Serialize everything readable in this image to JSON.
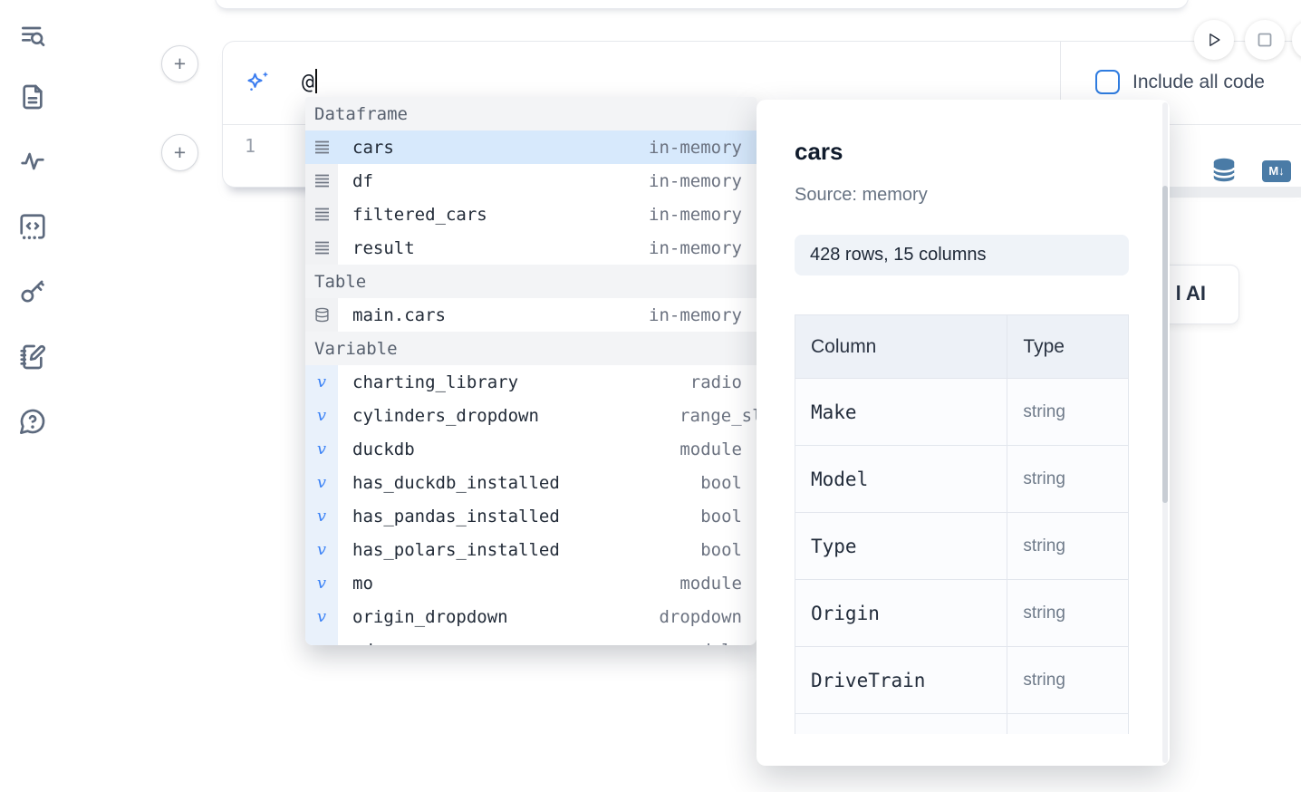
{
  "sidebar": {
    "icons": [
      {
        "name": "file-explorer-search-icon"
      },
      {
        "name": "document-icon"
      },
      {
        "name": "activity-icon"
      },
      {
        "name": "scratchpad-code-icon"
      },
      {
        "name": "key-icon"
      },
      {
        "name": "notebook-pen-icon"
      },
      {
        "name": "help-chat-icon"
      }
    ]
  },
  "cell": {
    "add_cell_button_label": "+",
    "ai_input": {
      "value": "@",
      "include_all_code_label": "Include all code"
    },
    "editor": {
      "line_number": "1"
    },
    "toolbar": {
      "icons": [
        "database-icon",
        "markdown-icon"
      ],
      "markdown_badge": "M↓"
    }
  },
  "output": {
    "ai_button_label": "l AI"
  },
  "autocomplete": {
    "sections": [
      {
        "label": "Dataframe",
        "items": [
          {
            "name": "cars",
            "type": "in-memory",
            "selected": true
          },
          {
            "name": "df",
            "type": "in-memory"
          },
          {
            "name": "filtered_cars",
            "type": "in-memory"
          },
          {
            "name": "result",
            "type": "in-memory"
          }
        ]
      },
      {
        "label": "Table",
        "items": [
          {
            "name": "main.cars",
            "type": "in-memory"
          }
        ]
      },
      {
        "label": "Variable",
        "items": [
          {
            "name": "charting_library",
            "type": "radio"
          },
          {
            "name": "cylinders_dropdown",
            "type": "range_sli"
          },
          {
            "name": "duckdb",
            "type": "module"
          },
          {
            "name": "has_duckdb_installed",
            "type": "bool"
          },
          {
            "name": "has_pandas_installed",
            "type": "bool"
          },
          {
            "name": "has_polars_installed",
            "type": "bool"
          },
          {
            "name": "mo",
            "type": "module"
          },
          {
            "name": "origin_dropdown",
            "type": "dropdown"
          },
          {
            "name": "pd",
            "type": "module"
          }
        ]
      }
    ],
    "variable_glyph": "v"
  },
  "preview": {
    "title": "cars",
    "source": "Source: memory",
    "shape": "428 rows, 15 columns",
    "table": {
      "headers": [
        "Column",
        "Type"
      ],
      "rows": [
        [
          "Make",
          "string"
        ],
        [
          "Model",
          "string"
        ],
        [
          "Type",
          "string"
        ],
        [
          "Origin",
          "string"
        ],
        [
          "DriveTrain",
          "string"
        ]
      ]
    }
  },
  "colors": {
    "accent_blue": "#3b82f6",
    "checkbox_blue": "#2f7ce0",
    "steel_blue": "#4a7ba6",
    "selection_blue": "#d7e9fc",
    "variable_gutter_blue": "#e9f1fb",
    "section_header_bg": "#f3f4f6",
    "icon_slate": "#5d6a7e"
  }
}
